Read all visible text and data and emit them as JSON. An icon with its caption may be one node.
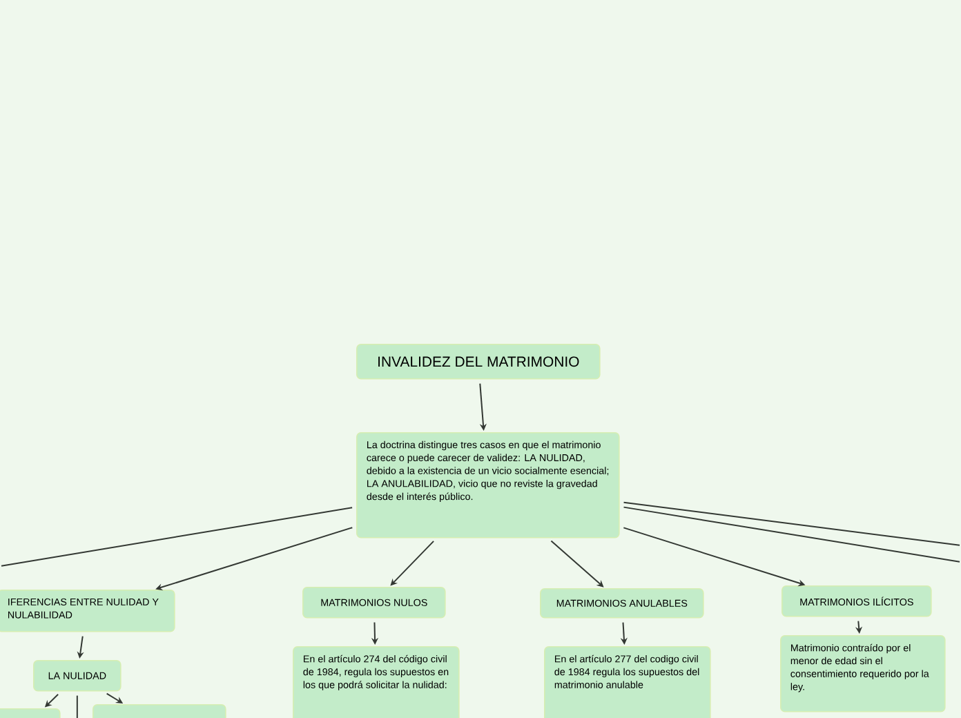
{
  "diagram": {
    "nodes": [
      {
        "text": [
          "INVALIDEZ DEL MATRIMONIO"
        ]
      },
      {
        "text": [
          "La doctrina distingue tres casos en que el matrimonio carece o puede carecer de validez: LA NULIDAD, debido a la existencia de un vicio socialmente esencial; LA ANULABILIDAD, vicio que no reviste la gravedad desde el interés público."
        ]
      },
      {
        "text": [
          "IFERENCIAS ENTRE NULIDAD Y NULABILIDAD"
        ]
      },
      {
        "text": [
          "MATRIMONIOS NULOS"
        ]
      },
      {
        "text": [
          "MATRIMONIOS ANULABLES"
        ]
      },
      {
        "text": [
          "MATRIMONIOS ILÍCITOS"
        ]
      },
      {
        "text": [
          "LA NULIDAD"
        ]
      },
      {
        "text": [
          "En el artículo 274 del código civil de 1984, regula los supuestos en los que podrá solicitar la nulidad:"
        ]
      },
      {
        "text": [
          "En el artículo 277 del codigo civil de 1984 regula los supuestos del matrimonio anulable"
        ]
      },
      {
        "text": [
          "Matrimonio contraído por el menor de edad sin el consentimiento requerido por la ley."
        ]
      },
      {
        "text": [],
        "shape": "box"
      },
      {
        "text": [],
        "shape": "box"
      }
    ],
    "edges": [
      {
        "from": 0,
        "to": 1,
        "arrow": "to"
      },
      {
        "from": 1,
        "to": 2,
        "arrow": "to"
      },
      {
        "from": 1,
        "to": null,
        "arrow": "none"
      },
      {
        "from": 1,
        "to": 3,
        "arrow": "to"
      },
      {
        "from": 1,
        "to": 4,
        "arrow": "to"
      },
      {
        "from": 1,
        "to": 5,
        "arrow": "to"
      },
      {
        "from": 1,
        "to": null,
        "arrow": "none"
      },
      {
        "from": 1,
        "to": null,
        "arrow": "none"
      },
      {
        "from": 2,
        "to": 6,
        "arrow": "to"
      },
      {
        "from": 3,
        "to": 7,
        "arrow": "to"
      },
      {
        "from": 4,
        "to": 8,
        "arrow": "to"
      },
      {
        "from": 5,
        "to": 9,
        "arrow": "to"
      },
      {
        "from": 6,
        "to": 10,
        "arrow": "to"
      },
      {
        "from": 6,
        "to": 11,
        "arrow": "to"
      }
    ]
  }
}
